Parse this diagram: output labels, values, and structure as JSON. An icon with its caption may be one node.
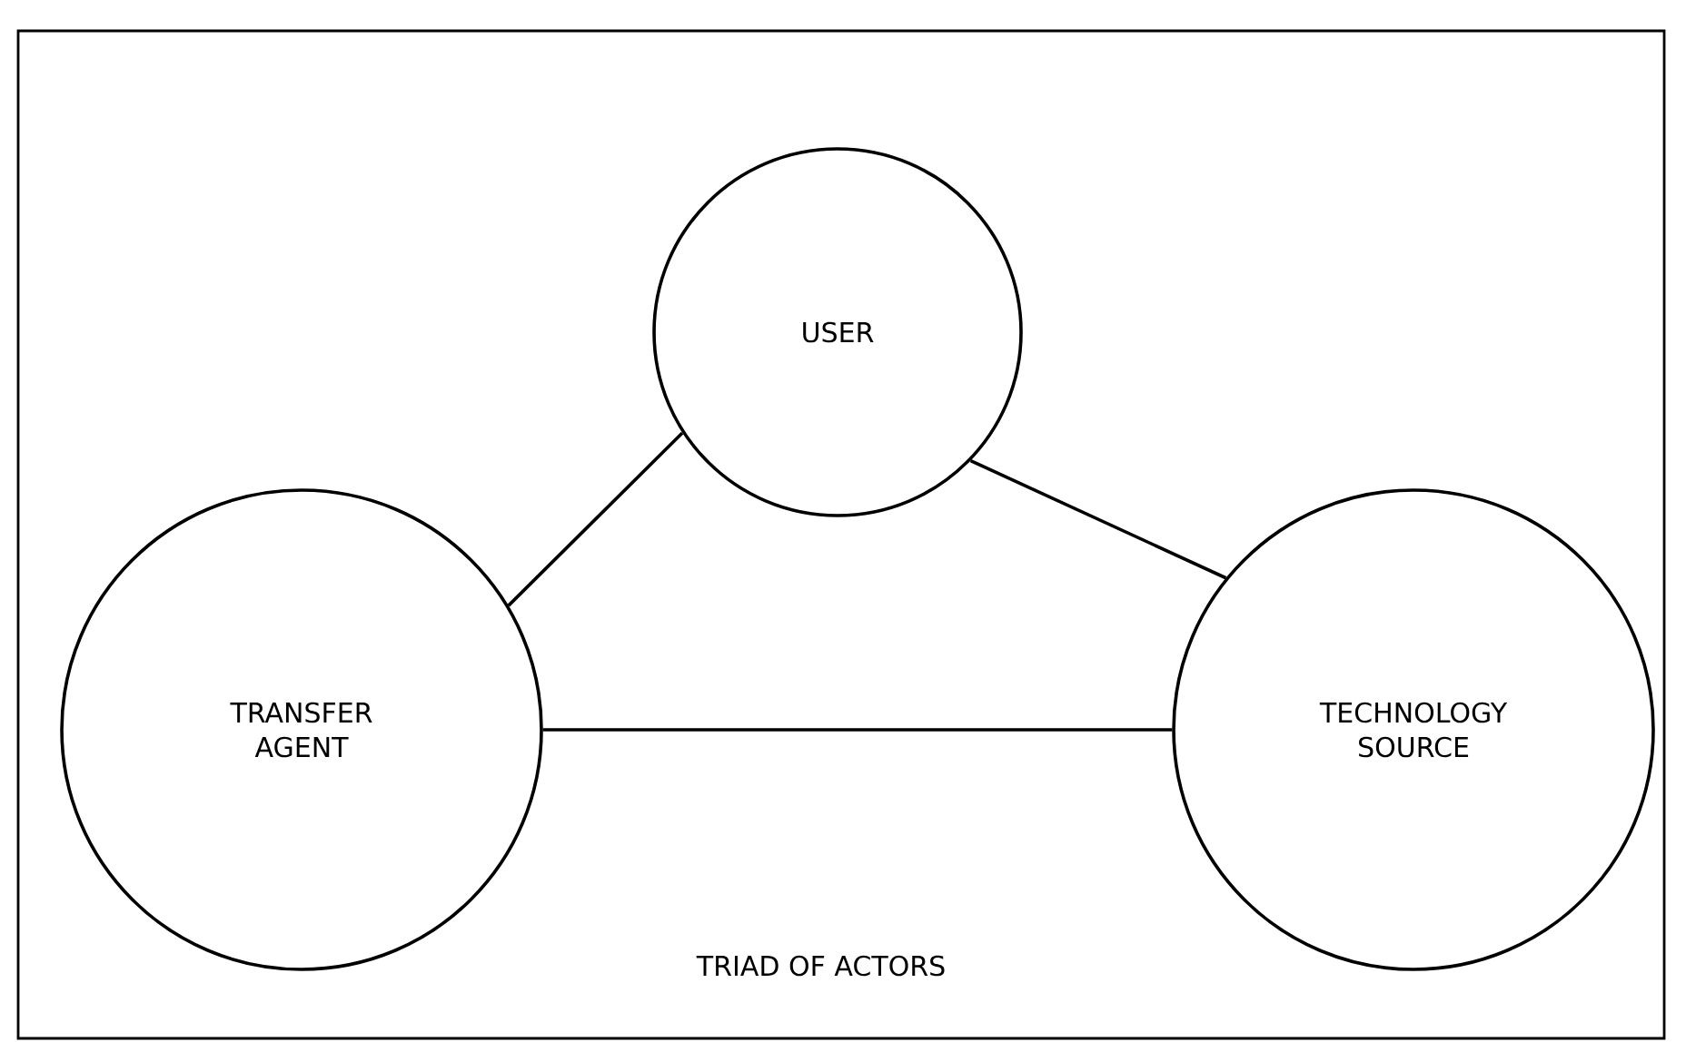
{
  "diagram": {
    "caption": "TRIAD OF ACTORS",
    "nodes": [
      {
        "text": [
          "USER"
        ]
      },
      {
        "text": [
          "TRANSFER AGENT"
        ]
      },
      {
        "text": [
          "TECHNOLOGY SOURCE"
        ]
      }
    ],
    "edges": [
      {
        "from": 0,
        "to": 1,
        "arrow": "none"
      },
      {
        "from": 0,
        "to": 2,
        "arrow": "none"
      },
      {
        "from": 1,
        "to": 2,
        "arrow": "none"
      }
    ]
  }
}
